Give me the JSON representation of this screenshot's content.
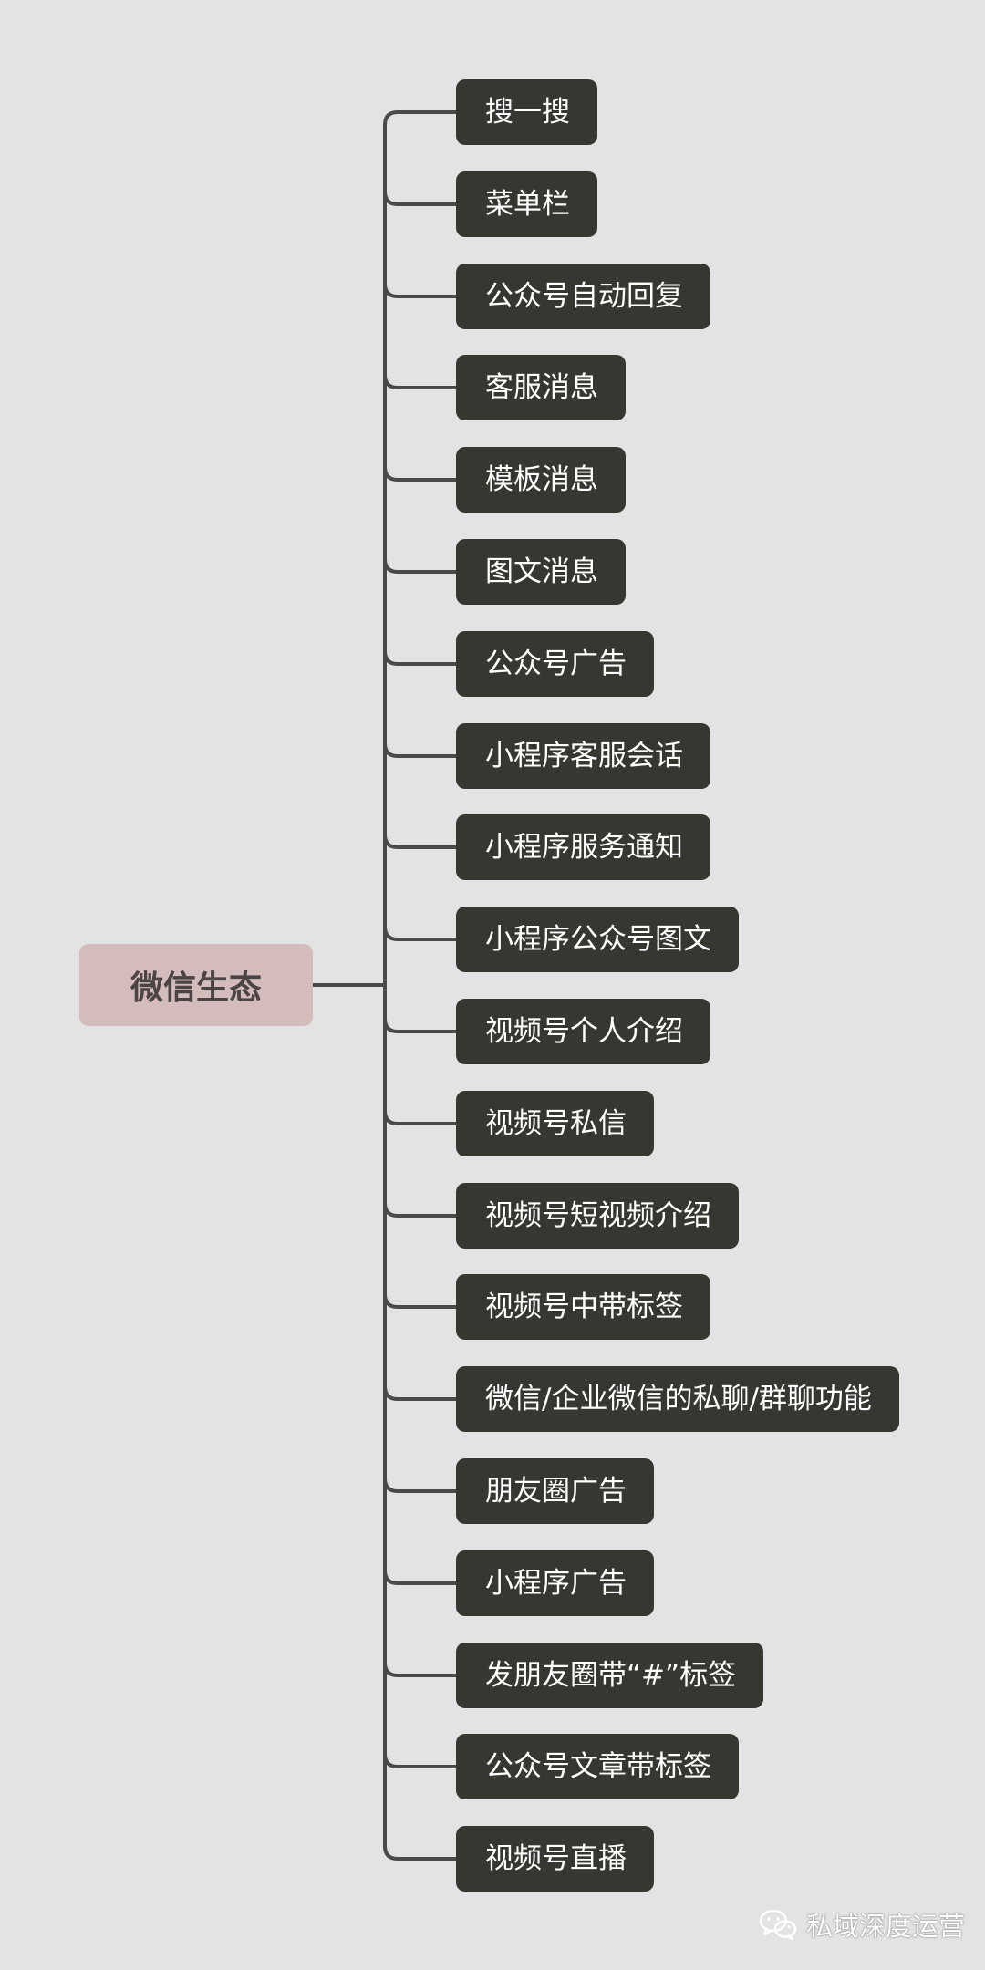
{
  "diagram": {
    "root": "微信生态",
    "children": [
      "搜一搜",
      "菜单栏",
      "公众号自动回复",
      "客服消息",
      "模板消息",
      "图文消息",
      "公众号广告",
      "小程序客服会话",
      "小程序服务通知",
      "小程序公众号图文",
      "视频号个人介绍",
      "视频号私信",
      "视频号短视频介绍",
      "视频号中带标签",
      "微信/企业微信的私聊/群聊功能",
      "朋友圈广告",
      "小程序广告",
      "发朋友圈带“#”标签",
      "公众号文章带标签",
      "视频号直播"
    ]
  },
  "watermark": {
    "icon": "wechat-icon",
    "text": "私域深度运营"
  },
  "colors": {
    "background": "#e3e3e3",
    "root_fill": "#d4bcbc",
    "root_text": "#4a4444",
    "child_fill": "#373732",
    "child_text": "#ffffff",
    "connector": "#4a4a4a"
  }
}
